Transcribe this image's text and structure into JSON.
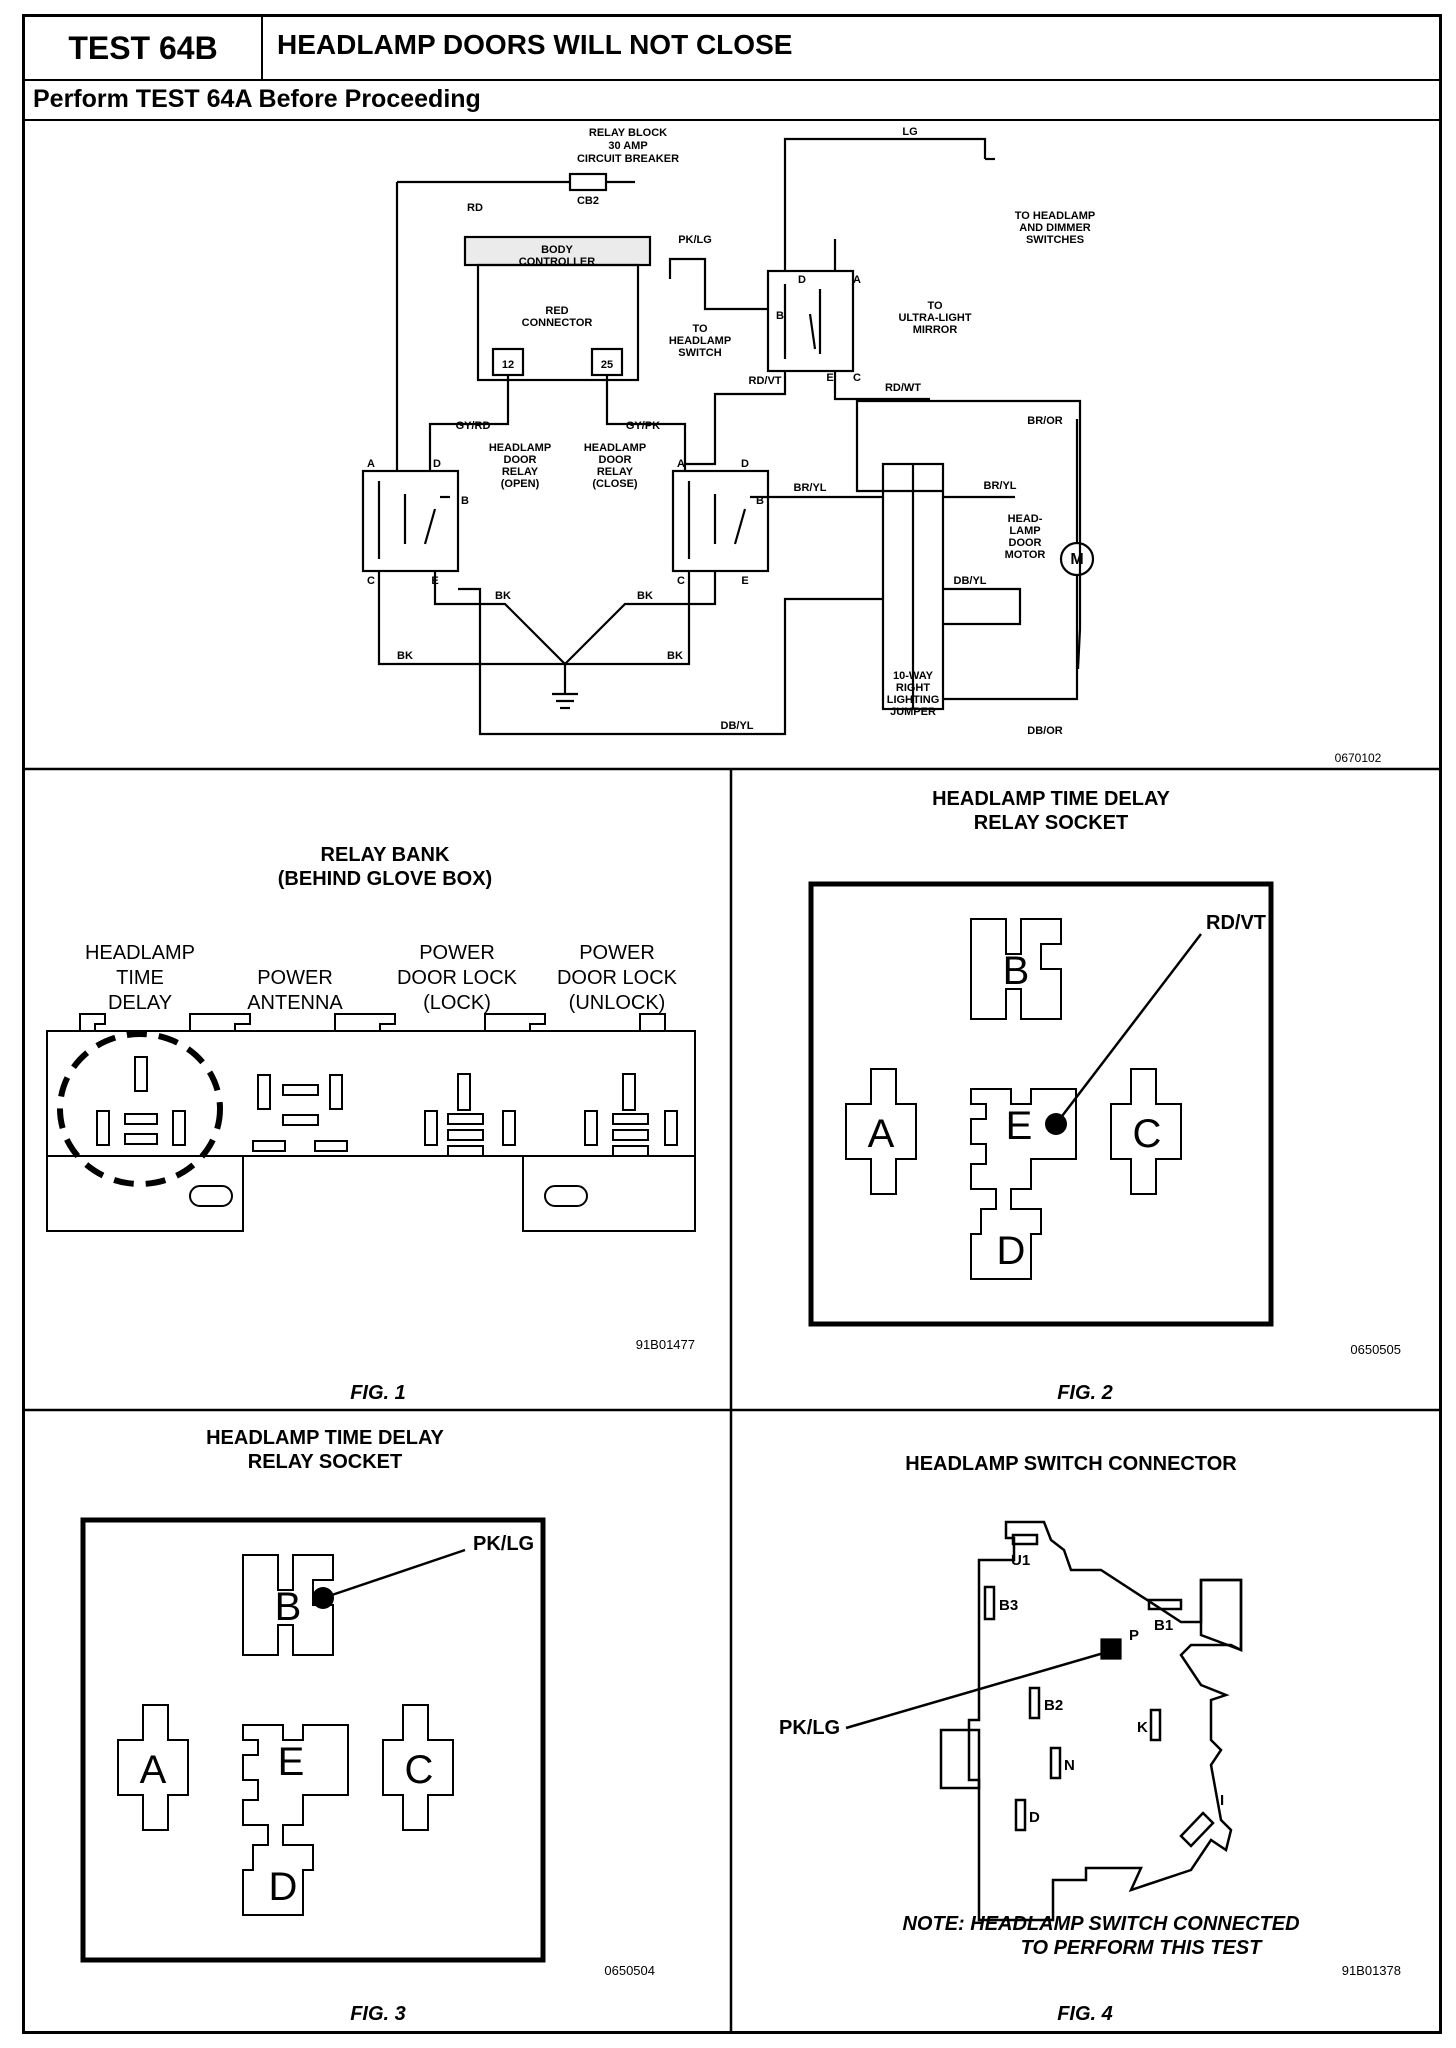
{
  "header": {
    "test_id": "TEST 64B",
    "title": "HEADLAMP DOORS WILL NOT CLOSE",
    "subtitle": "Perform TEST 64A Before Proceeding"
  },
  "schematic": {
    "ref": "0670102",
    "labels": {
      "relay_block_1": "RELAY BLOCK",
      "relay_block_2": "30 AMP",
      "relay_block_3": "CIRCUIT BREAKER",
      "cb_label": "CB2",
      "rd": "RD",
      "lg": "LG",
      "to_headlamp_dimmer_1": "TO HEADLAMP",
      "to_headlamp_dimmer_2": "AND DIMMER",
      "to_headlamp_dimmer_3": "SWITCHES",
      "pk_lg": "PK/LG",
      "body_controller_1": "BODY",
      "body_controller_2": "CONTROLLER",
      "red_connector_1": "RED",
      "red_connector_2": "CONNECTOR",
      "pin_12": "12",
      "pin_25": "25",
      "to_headlamp_switch_1": "TO",
      "to_headlamp_switch_2": "HEADLAMP",
      "to_headlamp_switch_3": "SWITCH",
      "to_ultra_1": "TO",
      "to_ultra_2": "ULTRA-LIGHT",
      "to_ultra_3": "MIRROR",
      "rd_vt": "RD/VT",
      "rd_wt": "RD/WT",
      "br_or": "BR/OR",
      "gy_rd": "GY/RD",
      "gy_pk": "GY/PK",
      "open_relay_1": "HEADLAMP",
      "open_relay_2": "DOOR",
      "open_relay_3": "RELAY",
      "open_relay_4": "(OPEN)",
      "close_relay_1": "HEADLAMP",
      "close_relay_2": "DOOR",
      "close_relay_3": "RELAY",
      "close_relay_4": "(CLOSE)",
      "br_yl_1": "BR/YL",
      "br_yl_2": "BR/YL",
      "motor_1": "HEAD-",
      "motor_2": "LAMP",
      "motor_3": "DOOR",
      "motor_4": "MOTOR",
      "motor_m": "M",
      "db_yl_1": "DB/YL",
      "db_yl_2": "DB/YL",
      "db_or": "DB/OR",
      "bk_1": "BK",
      "bk_2": "BK",
      "bk_3": "BK",
      "bk_4": "BK",
      "jumper_1": "10-WAY",
      "jumper_2": "RIGHT",
      "jumper_3": "LIGHTING",
      "jumper_4": "JUMPER",
      "pin_a1": "A",
      "pin_d1": "D",
      "pin_b1": "B",
      "pin_c1": "C",
      "pin_e1": "E",
      "pin_a2": "A",
      "pin_d2": "D",
      "pin_b2": "B",
      "pin_c2": "C",
      "pin_e2": "E",
      "pin_a3": "A",
      "pin_d3": "D",
      "pin_b3": "B",
      "pin_c3": "C",
      "pin_e3": "E"
    }
  },
  "fig1": {
    "caption": "FIG. 1",
    "title_1": "RELAY BANK",
    "title_2": "(BEHIND GLOVE BOX)",
    "ref": "91B01477",
    "headlamp_1": "HEADLAMP",
    "headlamp_2": "TIME",
    "headlamp_3": "DELAY",
    "antenna_1": "POWER",
    "antenna_2": "ANTENNA",
    "lock_1": "POWER",
    "lock_2": "DOOR LOCK",
    "lock_3": "(LOCK)",
    "unlock_1": "POWER",
    "unlock_2": "DOOR LOCK",
    "unlock_3": "(UNLOCK)"
  },
  "fig2": {
    "caption": "FIG. 2",
    "title_1": "HEADLAMP TIME DELAY",
    "title_2": "RELAY SOCKET",
    "ref": "0650505",
    "callout": "RD/VT",
    "a": "A",
    "b": "B",
    "c": "C",
    "d": "D",
    "e": "E"
  },
  "fig3": {
    "caption": "FIG. 3",
    "title_1": "HEADLAMP TIME DELAY",
    "title_2": "RELAY SOCKET",
    "ref": "0650504",
    "callout": "PK/LG",
    "a": "A",
    "b": "B",
    "c": "C",
    "d": "D",
    "e": "E"
  },
  "fig4": {
    "caption": "FIG. 4",
    "title": "HEADLAMP SWITCH CONNECTOR",
    "ref": "91B01378",
    "callout": "PK/LG",
    "pins": {
      "u1": "U1",
      "b3": "B3",
      "b1": "B1",
      "p": "P",
      "b2": "B2",
      "k": "K",
      "n": "N",
      "i": "I",
      "d": "D"
    },
    "note_1": "NOTE:  HEADLAMP SWITCH CONNECTED",
    "note_2": "TO PERFORM THIS TEST"
  }
}
